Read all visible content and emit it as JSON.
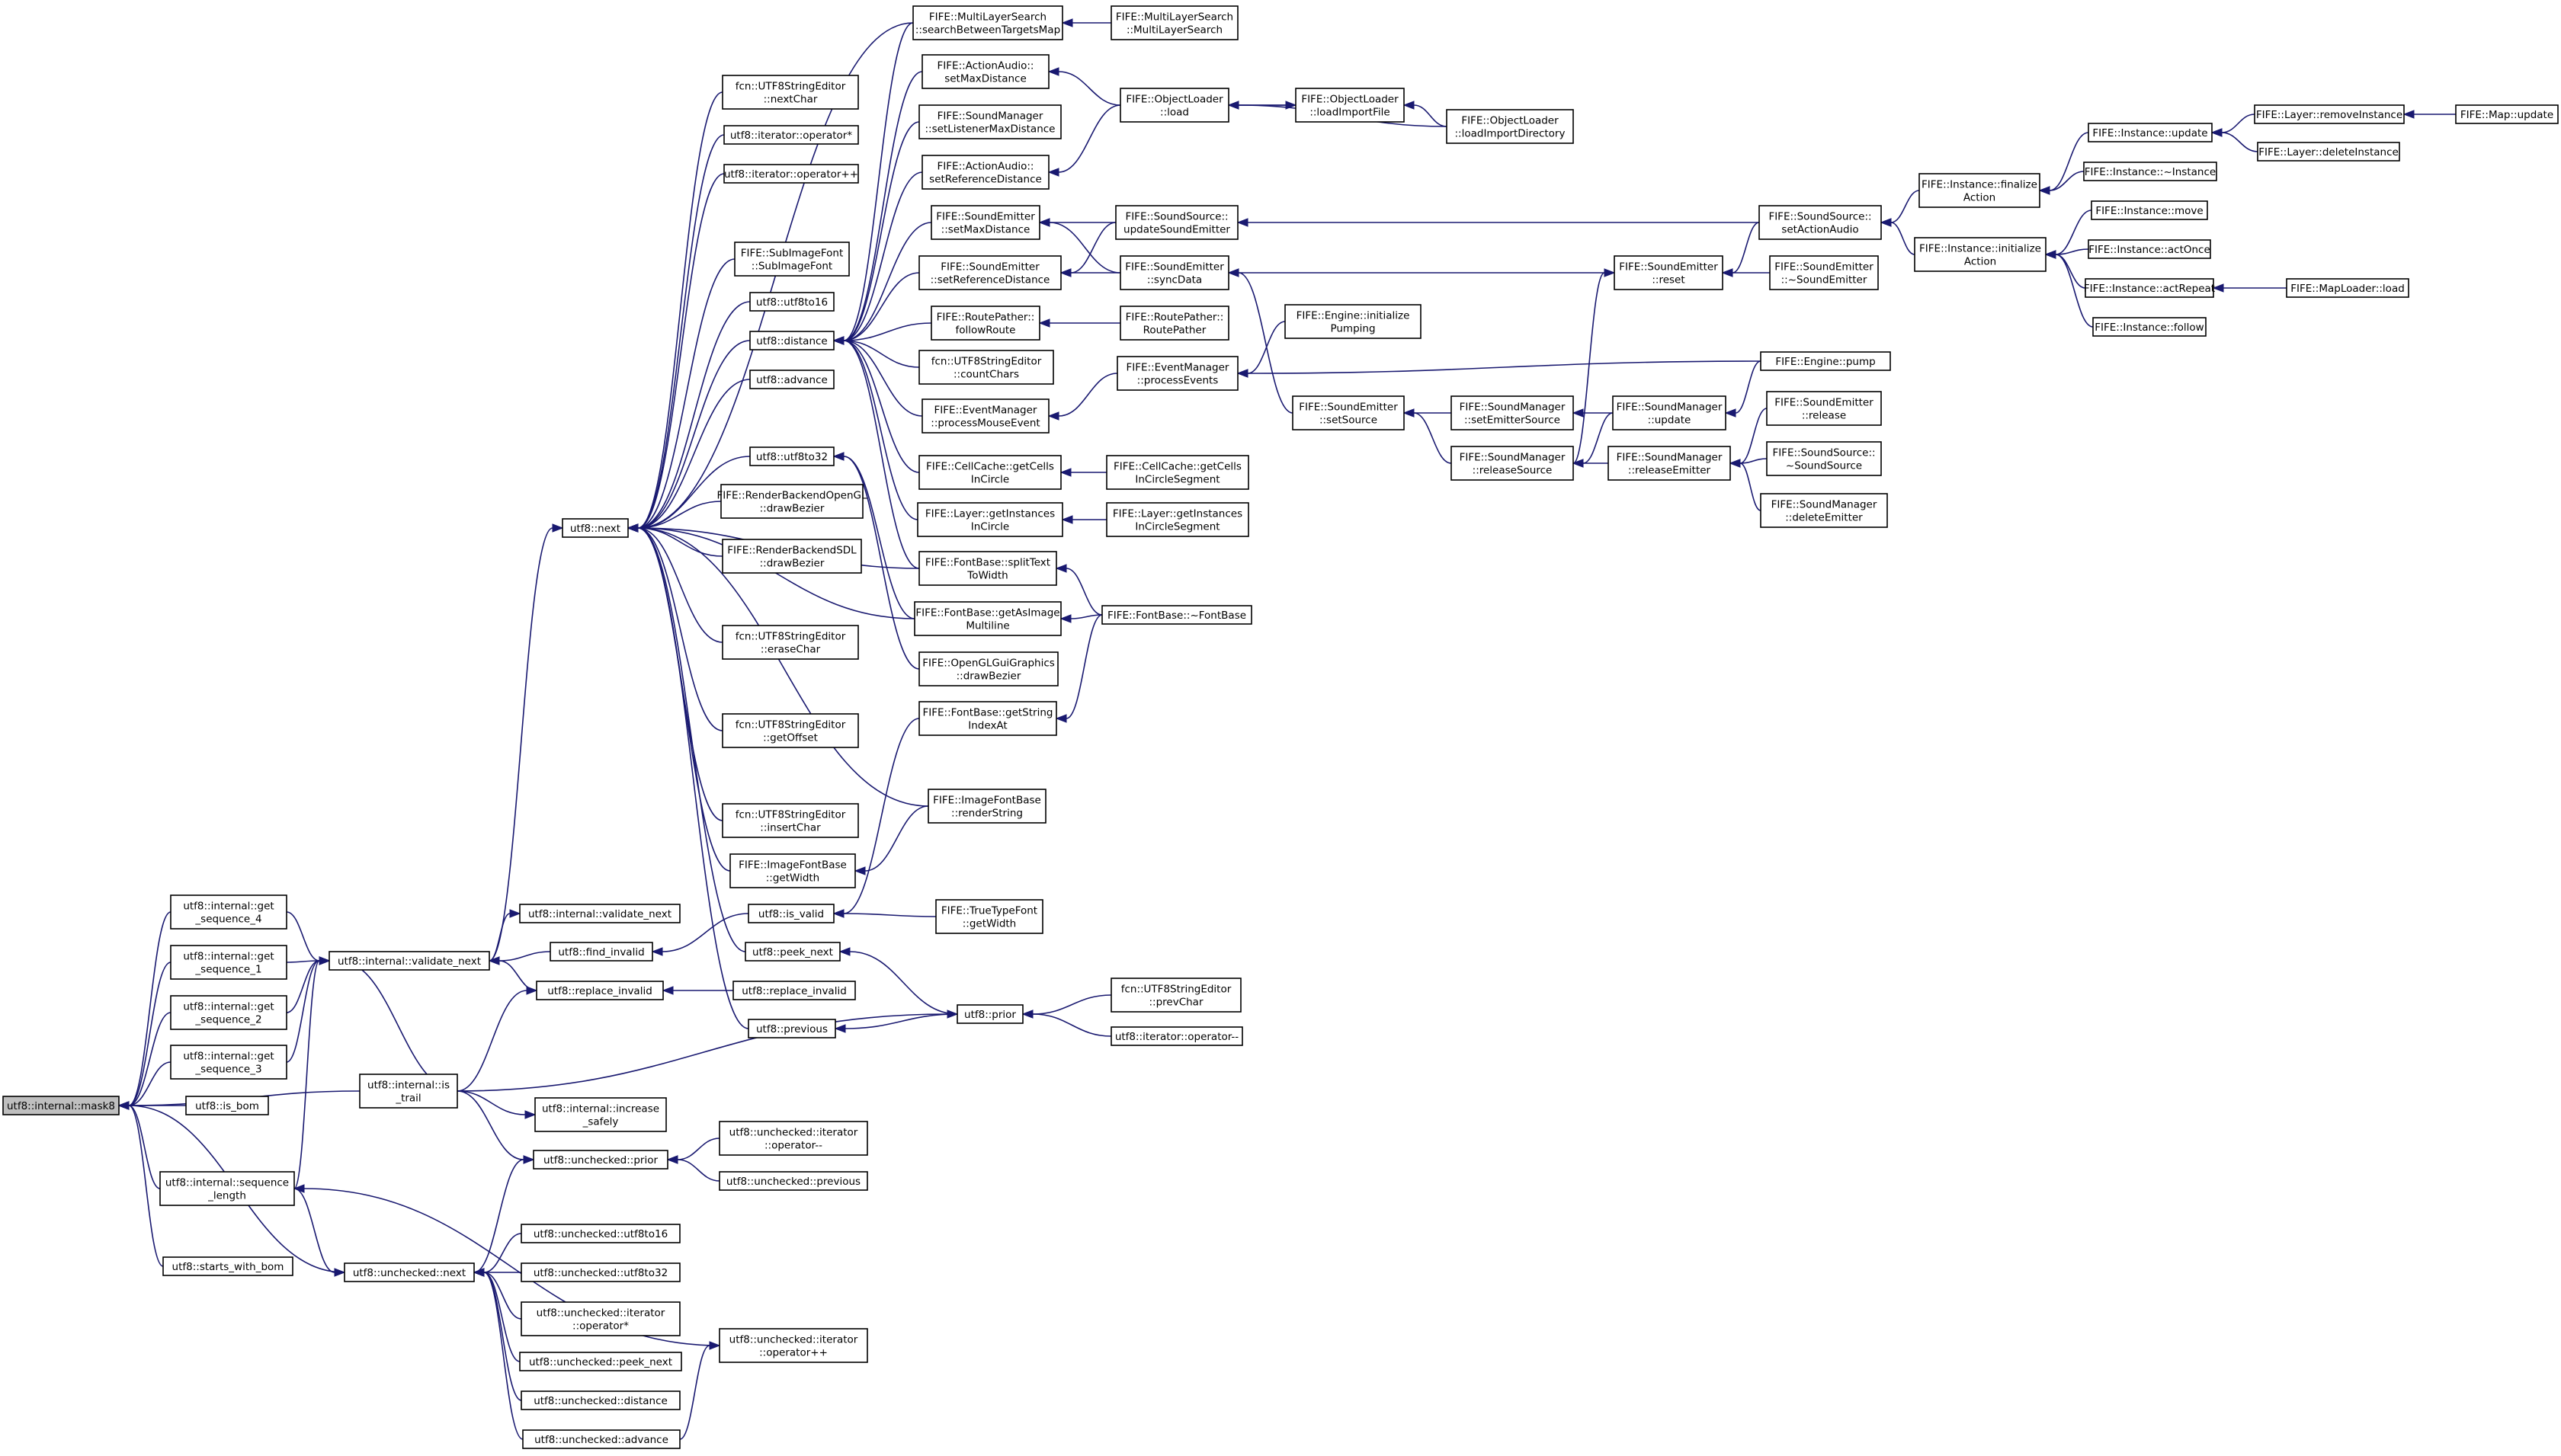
{
  "colors": {
    "edge": "#191970",
    "node_border": "#000000",
    "root_fill": "#bfbfbf",
    "background": "#ffffff"
  },
  "nodes": [
    {
      "id": "mask8",
      "lines": [
        "utf8::internal::mask8"
      ],
      "root": true
    },
    {
      "id": "gs4",
      "lines": [
        "utf8::internal::get",
        "_sequence_4"
      ]
    },
    {
      "id": "gs1",
      "lines": [
        "utf8::internal::get",
        "_sequence_1"
      ]
    },
    {
      "id": "gs2",
      "lines": [
        "utf8::internal::get",
        "_sequence_2"
      ]
    },
    {
      "id": "gs3",
      "lines": [
        "utf8::internal::get",
        "_sequence_3"
      ]
    },
    {
      "id": "isbom",
      "lines": [
        "utf8::is_bom"
      ]
    },
    {
      "id": "seqlen",
      "lines": [
        "utf8::internal::sequence",
        "_length"
      ]
    },
    {
      "id": "swb",
      "lines": [
        "utf8::starts_with_bom"
      ]
    },
    {
      "id": "validnext",
      "lines": [
        "utf8::internal::validate_next"
      ]
    },
    {
      "id": "istrail",
      "lines": [
        "utf8::internal::is",
        "_trail"
      ]
    },
    {
      "id": "uncnext",
      "lines": [
        "utf8::unchecked::next"
      ]
    },
    {
      "id": "next",
      "lines": [
        "utf8::next"
      ]
    },
    {
      "id": "ivalnext",
      "lines": [
        "utf8::internal::validate_next"
      ]
    },
    {
      "id": "findinv",
      "lines": [
        "utf8::find_invalid"
      ]
    },
    {
      "id": "replinv",
      "lines": [
        "utf8::replace_invalid"
      ]
    },
    {
      "id": "incsafe",
      "lines": [
        "utf8::internal::increase",
        "_safely"
      ]
    },
    {
      "id": "uncprior",
      "lines": [
        "utf8::unchecked::prior"
      ]
    },
    {
      "id": "u16",
      "lines": [
        "utf8::unchecked::utf8to16"
      ]
    },
    {
      "id": "u32",
      "lines": [
        "utf8::unchecked::utf8to32"
      ]
    },
    {
      "id": "uiterstar",
      "lines": [
        "utf8::unchecked::iterator",
        "::operator*"
      ]
    },
    {
      "id": "upeek",
      "lines": [
        "utf8::unchecked::peek_next"
      ]
    },
    {
      "id": "udist",
      "lines": [
        "utf8::unchecked::distance"
      ]
    },
    {
      "id": "uadv",
      "lines": [
        "utf8::unchecked::advance"
      ]
    },
    {
      "id": "nextchar",
      "lines": [
        "fcn::UTF8StringEditor",
        "::nextChar"
      ]
    },
    {
      "id": "iterstar",
      "lines": [
        "utf8::iterator::operator*"
      ]
    },
    {
      "id": "iterpp",
      "lines": [
        "utf8::iterator::operator++"
      ]
    },
    {
      "id": "subimg",
      "lines": [
        "FIFE::SubImageFont",
        "::SubImageFont"
      ]
    },
    {
      "id": "utf8to16",
      "lines": [
        "utf8::utf8to16"
      ]
    },
    {
      "id": "distance",
      "lines": [
        "utf8::distance"
      ]
    },
    {
      "id": "advance",
      "lines": [
        "utf8::advance"
      ]
    },
    {
      "id": "utf8to32",
      "lines": [
        "utf8::utf8to32"
      ]
    },
    {
      "id": "rbgl",
      "lines": [
        "FIFE::RenderBackendOpenGL",
        "::drawBezier"
      ]
    },
    {
      "id": "rbsdl",
      "lines": [
        "FIFE::RenderBackendSDL",
        "::drawBezier"
      ]
    },
    {
      "id": "erase",
      "lines": [
        "fcn::UTF8StringEditor",
        "::eraseChar"
      ]
    },
    {
      "id": "getoff",
      "lines": [
        "fcn::UTF8StringEditor",
        "::getOffset"
      ]
    },
    {
      "id": "insert",
      "lines": [
        "fcn::UTF8StringEditor",
        "::insertChar"
      ]
    },
    {
      "id": "ifbw",
      "lines": [
        "FIFE::ImageFontBase",
        "::getWidth"
      ]
    },
    {
      "id": "isvalid",
      "lines": [
        "utf8::is_valid"
      ]
    },
    {
      "id": "peeknext",
      "lines": [
        "utf8::peek_next"
      ]
    },
    {
      "id": "replinv2",
      "lines": [
        "utf8::replace_invalid"
      ]
    },
    {
      "id": "previous",
      "lines": [
        "utf8::previous"
      ]
    },
    {
      "id": "uiterminus",
      "lines": [
        "utf8::unchecked::iterator",
        "::operator--"
      ]
    },
    {
      "id": "uprevious",
      "lines": [
        "utf8::unchecked::previous"
      ]
    },
    {
      "id": "uiterpp",
      "lines": [
        "utf8::unchecked::iterator",
        "::operator++"
      ]
    },
    {
      "id": "mlsearch",
      "lines": [
        "FIFE::MultiLayerSearch",
        "::searchBetweenTargetsMap"
      ]
    },
    {
      "id": "aamax",
      "lines": [
        "FIFE::ActionAudio::",
        "setMaxDistance"
      ]
    },
    {
      "id": "smlisten",
      "lines": [
        "FIFE::SoundManager",
        "::setListenerMaxDistance"
      ]
    },
    {
      "id": "aaref",
      "lines": [
        "FIFE::ActionAudio::",
        "setReferenceDistance"
      ]
    },
    {
      "id": "semax",
      "lines": [
        "FIFE::SoundEmitter",
        "::setMaxDistance"
      ]
    },
    {
      "id": "seref",
      "lines": [
        "FIFE::SoundEmitter",
        "::setReferenceDistance"
      ]
    },
    {
      "id": "rpfollow",
      "lines": [
        "FIFE::RoutePather::",
        "followRoute"
      ]
    },
    {
      "id": "countchars",
      "lines": [
        "fcn::UTF8StringEditor",
        "::countChars"
      ]
    },
    {
      "id": "pme",
      "lines": [
        "FIFE::EventManager",
        "::processMouseEvent"
      ]
    },
    {
      "id": "ccget",
      "lines": [
        "FIFE::CellCache::getCells",
        "InCircle"
      ]
    },
    {
      "id": "laget",
      "lines": [
        "FIFE::Layer::getInstances",
        "InCircle"
      ]
    },
    {
      "id": "split",
      "lines": [
        "FIFE::FontBase::splitText",
        "ToWidth"
      ]
    },
    {
      "id": "getasimg",
      "lines": [
        "FIFE::FontBase::getAsImage",
        "Multiline"
      ]
    },
    {
      "id": "oglbez",
      "lines": [
        "FIFE::OpenGLGuiGraphics",
        "::drawBezier"
      ]
    },
    {
      "id": "getstridx",
      "lines": [
        "FIFE::FontBase::getString",
        "IndexAt"
      ]
    },
    {
      "id": "ifbrender",
      "lines": [
        "FIFE::ImageFontBase",
        "::renderString"
      ]
    },
    {
      "id": "ttfw",
      "lines": [
        "FIFE::TrueTypeFont",
        "::getWidth"
      ]
    },
    {
      "id": "prior",
      "lines": [
        "utf8::prior"
      ]
    },
    {
      "id": "mlsctor",
      "lines": [
        "FIFE::MultiLayerSearch",
        "::MultiLayerSearch"
      ]
    },
    {
      "id": "olload",
      "lines": [
        "FIFE::ObjectLoader",
        "::load"
      ]
    },
    {
      "id": "olimpfile",
      "lines": [
        "FIFE::ObjectLoader",
        "::loadImportFile"
      ]
    },
    {
      "id": "olimpdir",
      "lines": [
        "FIFE::ObjectLoader",
        "::loadImportDirectory"
      ]
    },
    {
      "id": "ssupd",
      "lines": [
        "FIFE::SoundSource::",
        "updateSoundEmitter"
      ]
    },
    {
      "id": "sesync",
      "lines": [
        "FIFE::SoundEmitter",
        "::syncData"
      ]
    },
    {
      "id": "rpctor",
      "lines": [
        "FIFE::RoutePather::",
        "RoutePather"
      ]
    },
    {
      "id": "emproc",
      "lines": [
        "FIFE::EventManager",
        "::processEvents"
      ]
    },
    {
      "id": "ccgetseg",
      "lines": [
        "FIFE::CellCache::getCells",
        "InCircleSegment"
      ]
    },
    {
      "id": "lagetseg",
      "lines": [
        "FIFE::Layer::getInstances",
        "InCircleSegment"
      ]
    },
    {
      "id": "fbdtor",
      "lines": [
        "FIFE::FontBase::~FontBase"
      ]
    },
    {
      "id": "prevchar",
      "lines": [
        "fcn::UTF8StringEditor",
        "::prevChar"
      ]
    },
    {
      "id": "iterminus",
      "lines": [
        "utf8::iterator::operator--"
      ]
    },
    {
      "id": "enginit",
      "lines": [
        "FIFE::Engine::initialize",
        "Pumping"
      ]
    },
    {
      "id": "sesetsrc",
      "lines": [
        "FIFE::SoundEmitter",
        "::setSource"
      ]
    },
    {
      "id": "smsetemsrc",
      "lines": [
        "FIFE::SoundManager",
        "::setEmitterSource"
      ]
    },
    {
      "id": "smrelsrc",
      "lines": [
        "FIFE::SoundManager",
        "::releaseSource"
      ]
    },
    {
      "id": "sereset",
      "lines": [
        "FIFE::SoundEmitter",
        "::reset"
      ]
    },
    {
      "id": "smupdate",
      "lines": [
        "FIFE::SoundManager",
        "::update"
      ]
    },
    {
      "id": "smrelem",
      "lines": [
        "FIFE::SoundManager",
        "::releaseEmitter"
      ]
    },
    {
      "id": "sedtor",
      "lines": [
        "FIFE::SoundEmitter",
        "::~SoundEmitter"
      ]
    },
    {
      "id": "ssaudio",
      "lines": [
        "FIFE::SoundSource::",
        "setActionAudio"
      ]
    },
    {
      "id": "pump",
      "lines": [
        "FIFE::Engine::pump"
      ]
    },
    {
      "id": "serelease",
      "lines": [
        "FIFE::SoundEmitter",
        "::release"
      ]
    },
    {
      "id": "ssdtor",
      "lines": [
        "FIFE::SoundSource::",
        "~SoundSource"
      ]
    },
    {
      "id": "smdelem",
      "lines": [
        "FIFE::SoundManager",
        "::deleteEmitter"
      ]
    },
    {
      "id": "instfin",
      "lines": [
        "FIFE::Instance::finalize",
        "Action"
      ]
    },
    {
      "id": "instinit",
      "lines": [
        "FIFE::Instance::initialize",
        "Action"
      ]
    },
    {
      "id": "instupd",
      "lines": [
        "FIFE::Instance::update"
      ]
    },
    {
      "id": "instdtor",
      "lines": [
        "FIFE::Instance::~Instance"
      ]
    },
    {
      "id": "instmove",
      "lines": [
        "FIFE::Instance::move"
      ]
    },
    {
      "id": "instonce",
      "lines": [
        "FIFE::Instance::actOnce"
      ]
    },
    {
      "id": "instrepeat",
      "lines": [
        "FIFE::Instance::actRepeat"
      ]
    },
    {
      "id": "instfollow",
      "lines": [
        "FIFE::Instance::follow"
      ]
    },
    {
      "id": "layrem",
      "lines": [
        "FIFE::Layer::removeInstance"
      ]
    },
    {
      "id": "laydel",
      "lines": [
        "FIFE::Layer::deleteInstance"
      ]
    },
    {
      "id": "mapupd",
      "lines": [
        "FIFE::Map::update"
      ]
    },
    {
      "id": "maploader",
      "lines": [
        "FIFE::MapLoader::load"
      ]
    }
  ],
  "edges": [
    [
      "gs4",
      "mask8"
    ],
    [
      "gs1",
      "mask8"
    ],
    [
      "gs2",
      "mask8"
    ],
    [
      "gs3",
      "mask8"
    ],
    [
      "isbom",
      "mask8"
    ],
    [
      "seqlen",
      "mask8"
    ],
    [
      "swb",
      "mask8"
    ],
    [
      "istrail",
      "mask8"
    ],
    [
      "uncnext",
      "mask8"
    ],
    [
      "gs4",
      "validnext"
    ],
    [
      "gs1",
      "validnext"
    ],
    [
      "gs2",
      "validnext"
    ],
    [
      "gs3",
      "validnext"
    ],
    [
      "seqlen",
      "validnext"
    ],
    [
      "validnext",
      "next"
    ],
    [
      "validnext",
      "ivalnext"
    ],
    [
      "findinv",
      "validnext"
    ],
    [
      "replinv",
      "validnext"
    ],
    [
      "seqlen",
      "uncnext"
    ],
    [
      "uiterpp",
      "seqlen"
    ],
    [
      "istrail",
      "replinv"
    ],
    [
      "istrail",
      "validnext"
    ],
    [
      "istrail",
      "prior"
    ],
    [
      "istrail",
      "incsafe"
    ],
    [
      "istrail",
      "uncprior"
    ],
    [
      "uncnext",
      "uncprior"
    ],
    [
      "u16",
      "uncnext"
    ],
    [
      "u32",
      "uncnext"
    ],
    [
      "uiterstar",
      "uncnext"
    ],
    [
      "upeek",
      "uncnext"
    ],
    [
      "udist",
      "uncnext"
    ],
    [
      "uadv",
      "uncnext"
    ],
    [
      "uadv",
      "uiterpp"
    ],
    [
      "nextchar",
      "next"
    ],
    [
      "iterstar",
      "next"
    ],
    [
      "iterpp",
      "next"
    ],
    [
      "subimg",
      "next"
    ],
    [
      "utf8to16",
      "next"
    ],
    [
      "distance",
      "next"
    ],
    [
      "advance",
      "next"
    ],
    [
      "utf8to32",
      "next"
    ],
    [
      "rbgl",
      "next"
    ],
    [
      "rbsdl",
      "next"
    ],
    [
      "erase",
      "next"
    ],
    [
      "getoff",
      "next"
    ],
    [
      "insert",
      "next"
    ],
    [
      "ifbw",
      "next"
    ],
    [
      "peeknext",
      "next"
    ],
    [
      "previous",
      "next"
    ],
    [
      "mlsearch",
      "next"
    ],
    [
      "split",
      "next"
    ],
    [
      "getasimg",
      "next"
    ],
    [
      "ifbrender",
      "next"
    ],
    [
      "isvalid",
      "findinv"
    ],
    [
      "replinv2",
      "replinv"
    ],
    [
      "uiterminus",
      "uncprior"
    ],
    [
      "uprevious",
      "uncprior"
    ],
    [
      "mlsearch",
      "distance"
    ],
    [
      "aamax",
      "distance"
    ],
    [
      "smlisten",
      "distance"
    ],
    [
      "aaref",
      "distance"
    ],
    [
      "semax",
      "distance"
    ],
    [
      "seref",
      "distance"
    ],
    [
      "rpfollow",
      "distance"
    ],
    [
      "countchars",
      "distance"
    ],
    [
      "pme",
      "distance"
    ],
    [
      "ccget",
      "distance"
    ],
    [
      "laget",
      "distance"
    ],
    [
      "split",
      "distance"
    ],
    [
      "oglbez",
      "utf8to32"
    ],
    [
      "getasimg",
      "utf8to32"
    ],
    [
      "getstridx",
      "isvalid"
    ],
    [
      "ifbrender",
      "ifbw"
    ],
    [
      "ttfw",
      "isvalid"
    ],
    [
      "prior",
      "peeknext"
    ],
    [
      "prior",
      "previous"
    ],
    [
      "mlsctor",
      "mlsearch"
    ],
    [
      "olload",
      "aamax"
    ],
    [
      "olload",
      "aaref"
    ],
    [
      "olimpfile",
      "olload"
    ],
    [
      "olload",
      "olimpfile"
    ],
    [
      "olimpdir",
      "olimpfile"
    ],
    [
      "olimpdir",
      "olload"
    ],
    [
      "ssupd",
      "semax"
    ],
    [
      "ssupd",
      "seref"
    ],
    [
      "sesync",
      "semax"
    ],
    [
      "sesync",
      "seref"
    ],
    [
      "rpctor",
      "rpfollow"
    ],
    [
      "emproc",
      "pme"
    ],
    [
      "ccgetseg",
      "ccget"
    ],
    [
      "lagetseg",
      "laget"
    ],
    [
      "fbdtor",
      "split"
    ],
    [
      "fbdtor",
      "getasimg"
    ],
    [
      "fbdtor",
      "getstridx"
    ],
    [
      "prevchar",
      "prior"
    ],
    [
      "iterminus",
      "prior"
    ],
    [
      "enginit",
      "emproc"
    ],
    [
      "pump",
      "emproc"
    ],
    [
      "ssaudio",
      "ssupd"
    ],
    [
      "sereset",
      "sesync"
    ],
    [
      "sesetsrc",
      "sesync"
    ],
    [
      "smsetemsrc",
      "sesetsrc"
    ],
    [
      "smrelsrc",
      "sesetsrc"
    ],
    [
      "smupdate",
      "smsetemsrc"
    ],
    [
      "smrelem",
      "smrelsrc"
    ],
    [
      "smupdate",
      "smrelsrc"
    ],
    [
      "smrelsrc",
      "sereset"
    ],
    [
      "ssaudio",
      "sereset"
    ],
    [
      "sedtor",
      "sereset"
    ],
    [
      "pump",
      "smupdate"
    ],
    [
      "serelease",
      "smrelem"
    ],
    [
      "ssdtor",
      "smrelem"
    ],
    [
      "smdelem",
      "smrelem"
    ],
    [
      "instfin",
      "ssaudio"
    ],
    [
      "instinit",
      "ssaudio"
    ],
    [
      "instupd",
      "instfin"
    ],
    [
      "instdtor",
      "instfin"
    ],
    [
      "instmove",
      "instinit"
    ],
    [
      "instonce",
      "instinit"
    ],
    [
      "instrepeat",
      "instinit"
    ],
    [
      "instfollow",
      "instinit"
    ],
    [
      "layrem",
      "instupd"
    ],
    [
      "laydel",
      "instupd"
    ],
    [
      "mapupd",
      "layrem"
    ],
    [
      "maploader",
      "instrepeat"
    ]
  ]
}
